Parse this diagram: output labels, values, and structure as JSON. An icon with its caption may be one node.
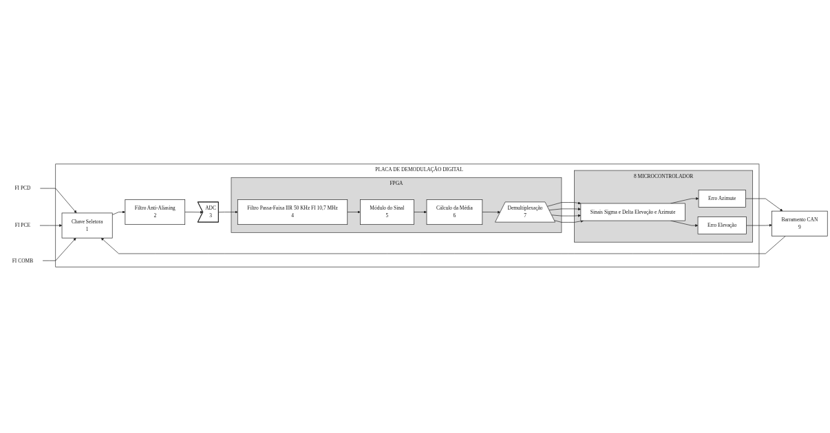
{
  "diagram": {
    "nodes": [
      {
        "text": [
          "PLACA DE DEMODULAÇÃO DIGITAL"
        ]
      },
      {
        "text": [
          "FI PCD"
        ]
      },
      {
        "text": [
          "FI PCE"
        ]
      },
      {
        "text": [
          "FI COMB"
        ]
      },
      {
        "text": [
          "Chave Seletora",
          "1"
        ],
        "in": 0
      },
      {
        "text": [
          "Filtro Anti-Aliasing",
          "2"
        ],
        "in": 0
      },
      {
        "text": [
          "ADC",
          "3"
        ],
        "in": 0
      },
      {
        "text": [
          "FPGA"
        ],
        "in": 0
      },
      {
        "text": [
          "Filtro Passa-Faixa IIR 50 KHz FI 10,7 MHz",
          "4"
        ],
        "in": 7
      },
      {
        "text": [
          "Módulo do Sinal",
          "5"
        ],
        "in": 7
      },
      {
        "text": [
          "Cálculo da Média",
          "6"
        ],
        "in": 7
      },
      {
        "text": [
          "Demultiplexação",
          "7"
        ],
        "in": 7
      },
      {
        "text": [
          "8",
          "MICROCONTROLADOR"
        ],
        "in": 0
      },
      {
        "text": [
          "Sinais Sigma e Delta Elevação e Azimute"
        ],
        "in": 12
      },
      {
        "text": [
          "Erro Azimute"
        ],
        "in": 12
      },
      {
        "text": [
          "Erro Elevação"
        ],
        "in": 12
      },
      {
        "text": [
          "Barramento CAN",
          "9"
        ]
      }
    ],
    "edges": [
      {
        "from": 1,
        "to": 4,
        "arrow": "to"
      },
      {
        "from": 2,
        "to": 4,
        "arrow": "to"
      },
      {
        "from": 3,
        "to": 4,
        "arrow": "to"
      },
      {
        "from": 4,
        "to": 5,
        "arrow": "to"
      },
      {
        "from": 5,
        "to": 6,
        "arrow": "to"
      },
      {
        "from": 6,
        "to": 8,
        "arrow": "to"
      },
      {
        "from": 8,
        "to": 9,
        "arrow": "to"
      },
      {
        "from": 9,
        "to": 10,
        "arrow": "to"
      },
      {
        "from": 10,
        "to": 11,
        "arrow": "to"
      },
      {
        "from": 11,
        "to": 13,
        "arrow": "to"
      },
      {
        "from": 11,
        "to": 13,
        "arrow": "to"
      },
      {
        "from": 11,
        "to": 13,
        "arrow": "to"
      },
      {
        "from": 11,
        "to": 13,
        "arrow": "to"
      },
      {
        "from": 13,
        "to": 14,
        "arrow": "to"
      },
      {
        "from": 13,
        "to": 15,
        "arrow": "to"
      },
      {
        "from": 14,
        "to": 16,
        "arrow": "to"
      },
      {
        "from": 15,
        "to": 16,
        "arrow": "to"
      },
      {
        "from": 16,
        "to": 4,
        "arrow": "to"
      }
    ]
  }
}
